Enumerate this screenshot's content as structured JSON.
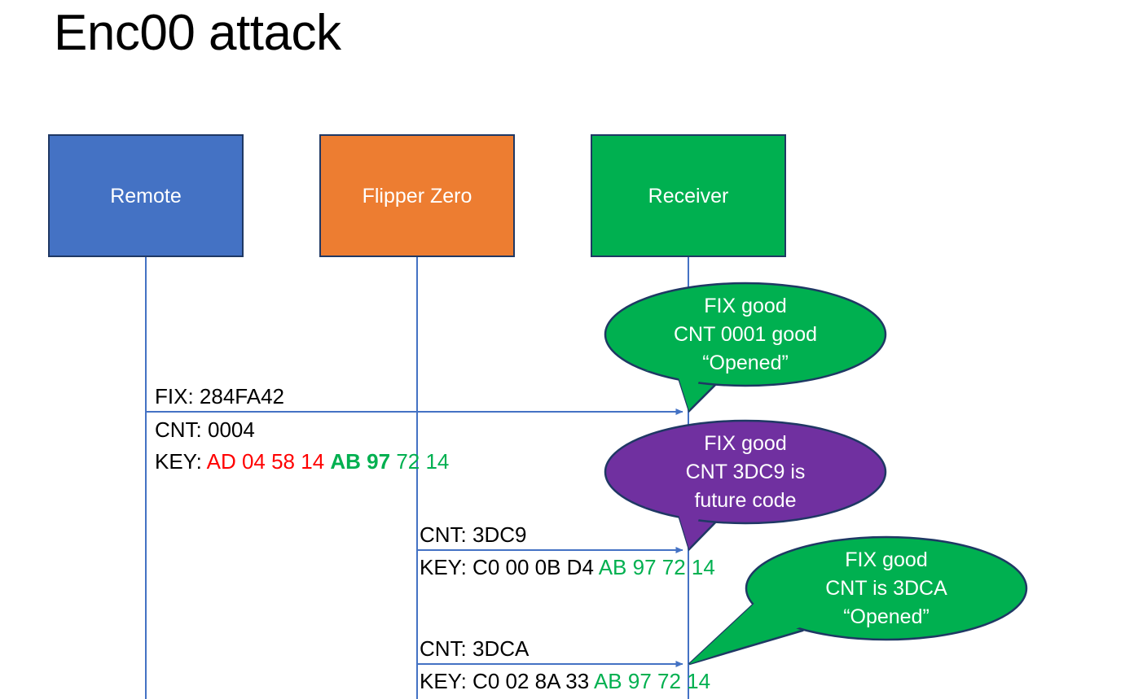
{
  "slide": {
    "title": "Enc00 attack",
    "background_color": "#FFFFFF"
  },
  "colors": {
    "remote": "#4472C4",
    "flipper": "#ED7D31",
    "receiver": "#00B050",
    "bubble_good": "#00B050",
    "bubble_warn": "#7030A0",
    "box_border": "#1F3864",
    "lifeline": "#4472C4",
    "arrow": "#4472C4",
    "key_red": "#FF0000",
    "key_green": "#00B050",
    "text": "#000000"
  },
  "actors": [
    {
      "id": "remote",
      "label": "Remote"
    },
    {
      "id": "flipper",
      "label": "Flipper Zero"
    },
    {
      "id": "receiver",
      "label": "Receiver"
    }
  ],
  "messages": [
    {
      "id": "msg-1",
      "from": "remote",
      "to": "receiver",
      "lines": [
        {
          "text": "FIX: 284FA42"
        }
      ],
      "below": [
        {
          "text": "CNT: 0004"
        }
      ],
      "key": {
        "prefix": "KEY: ",
        "part_red": "AD 04 58 14 ",
        "part_green_bold": "AB 97 ",
        "part_green": "72 14"
      }
    },
    {
      "id": "msg-2",
      "from": "flipper",
      "to": "receiver",
      "lines": [
        {
          "text": "CNT: 3DC9"
        }
      ],
      "key": {
        "prefix": "KEY: C0 00 0B D4 ",
        "part_green": "AB 97 72 14"
      }
    },
    {
      "id": "msg-3",
      "from": "flipper",
      "to": "receiver",
      "lines": [
        {
          "text": "CNT: 3DCA"
        }
      ],
      "key": {
        "prefix": "KEY: C0 02 8A 33 ",
        "part_green": "AB 97 72 14"
      }
    }
  ],
  "bubbles": [
    {
      "id": "bubble-1",
      "color": "#00B050",
      "lines": [
        "FIX good",
        "CNT 0001 good",
        "“Opened”"
      ]
    },
    {
      "id": "bubble-2",
      "color": "#7030A0",
      "lines": [
        "FIX good",
        "CNT 3DC9 is",
        "future code"
      ]
    },
    {
      "id": "bubble-3",
      "color": "#00B050",
      "lines": [
        "FIX good",
        "CNT is 3DCA",
        "“Opened”"
      ]
    }
  ]
}
